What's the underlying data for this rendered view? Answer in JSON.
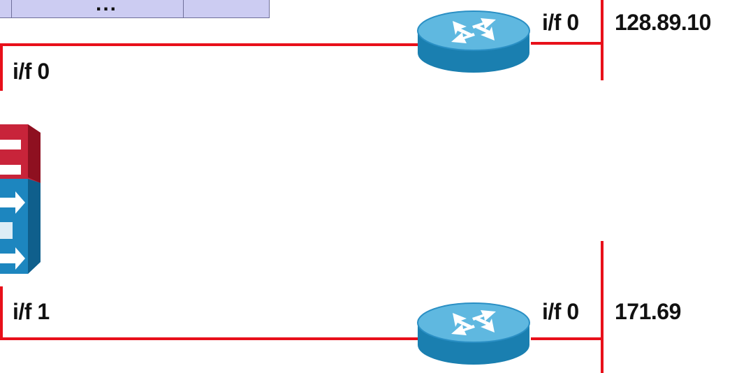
{
  "table_fragment": {
    "ellipsis": "..."
  },
  "labels": {
    "top_left_if": "i/f 0",
    "bottom_left_if": "i/f 1",
    "top_router_if": "i/f 0",
    "bottom_router_if": "i/f 0",
    "top_network": "128.89.10",
    "bottom_network": "171.69"
  },
  "colors": {
    "link": "#e8101a",
    "router_body": "#1a8fc2",
    "router_top": "#5fb8e0",
    "firewall_red": "#c8243a",
    "firewall_blue": "#1d86bf",
    "table_fill": "#ccccf2"
  },
  "icons": [
    "router-icon",
    "router-icon",
    "firewall-router-icon"
  ]
}
